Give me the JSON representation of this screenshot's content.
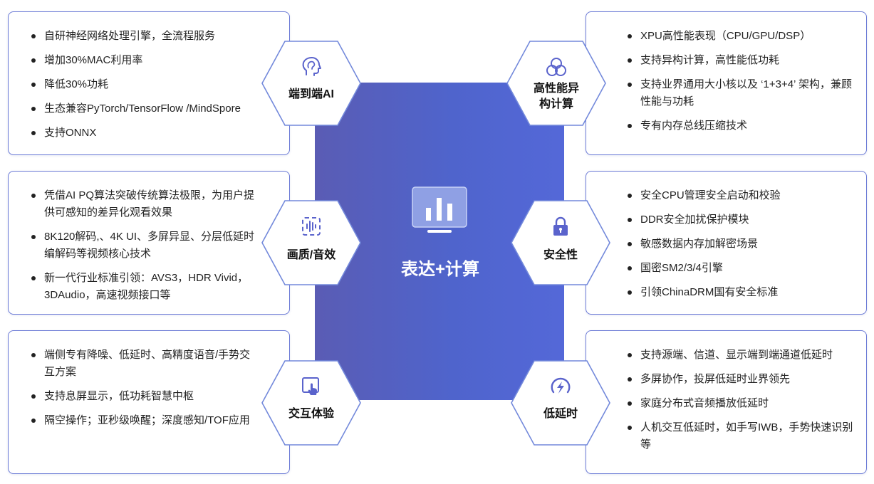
{
  "center": {
    "title": "表达+计算"
  },
  "colors": {
    "accent": "#5a63cc",
    "card_border": "#6b7ad6",
    "hex_border": "#7389db"
  },
  "sections": [
    {
      "id": "e2e-ai",
      "side": "left",
      "title": "端到端AI",
      "title_lines": [
        "端到端AI"
      ],
      "icon": "head-brain-icon",
      "items": [
        "自研神经网络处理引擎，全流程服务",
        "增加30%MAC利用率",
        "降低30%功耗",
        "生态兼容PyTorch/TensorFlow /MindSpore",
        "支持ONNX"
      ]
    },
    {
      "id": "hetero",
      "side": "right",
      "title": "高性能异构计算",
      "title_lines": [
        "高性能异",
        "构计算"
      ],
      "icon": "triple-circles-icon",
      "items": [
        "XPU高性能表现（CPU/GPU/DSP）",
        "支持异构计算，高性能低功耗",
        "支持业界通用大小核以及 ‘1+3+4’ 架构，兼顾性能与功耗",
        "专有内存总线压缩技术"
      ]
    },
    {
      "id": "av",
      "side": "left",
      "title": "画质/音效",
      "title_lines": [
        "画质/音效"
      ],
      "icon": "audio-wave-icon",
      "items": [
        "凭借AI PQ算法突破传统算法极限，为用户提供可感知的差异化观看效果",
        "8K120解码,、4K UI、多屏异显、分层低延时编解码等视频核心技术",
        "新一代行业标准引领：AVS3，HDR Vivid，3DAudio，高速视频接口等"
      ]
    },
    {
      "id": "security",
      "side": "right",
      "title": "安全性",
      "title_lines": [
        "安全性"
      ],
      "icon": "lock-icon",
      "items": [
        "安全CPU管理安全启动和校验",
        "DDR安全加扰保护模块",
        "敏感数据内存加解密场景",
        "国密SM2/3/4引擎",
        "引领ChinaDRM国有安全标准"
      ]
    },
    {
      "id": "interaction",
      "side": "left",
      "title": "交互体验",
      "title_lines": [
        "交互体验"
      ],
      "icon": "touch-screen-icon",
      "items": [
        "端侧专有降噪、低延时、高精度语音/手势交互方案",
        "支持息屏显示，低功耗智慧中枢",
        "隔空操作；亚秒级唤醒；深度感知/TOF应用"
      ]
    },
    {
      "id": "latency",
      "side": "right",
      "title": "低延时",
      "title_lines": [
        "低延时"
      ],
      "icon": "lightning-gauge-icon",
      "items": [
        "支持源端、信道、显示端到端通道低延时",
        "多屏协作，投屏低延时业界领先",
        "家庭分布式音频播放低延时",
        "人机交互低延时，如手写IWB，手势快速识别等"
      ]
    }
  ]
}
